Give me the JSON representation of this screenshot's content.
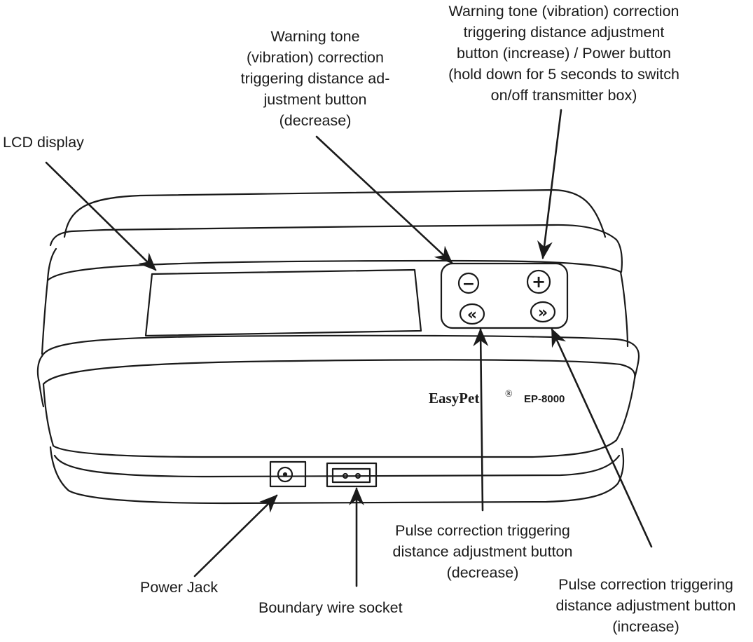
{
  "labels": {
    "lcd_display": "LCD display",
    "tone_decrease": [
      "Warning tone",
      "(vibration) correction",
      "triggering distance ad-",
      "justment button",
      "(decrease)"
    ],
    "tone_increase_power": [
      "Warning tone (vibration) correction",
      "triggering distance adjustment",
      "button (increase) / Power button",
      "(hold down for 5 seconds to switch",
      "on/off transmitter box)"
    ],
    "pulse_decrease": [
      "Pulse correction triggering",
      "distance adjustment button",
      "(decrease)"
    ],
    "pulse_increase": [
      "Pulse correction triggering",
      "distance adjustment button",
      "(increase)"
    ],
    "power_jack": "Power Jack",
    "boundary_wire_socket": "Boundary wire socket"
  },
  "device": {
    "brand": "EasyPet",
    "registered_mark": "®",
    "model": "EP-8000",
    "buttons": [
      {
        "name": "minus",
        "symbol": "−"
      },
      {
        "name": "plus",
        "symbol": "+"
      },
      {
        "name": "rewind",
        "symbol": "«"
      },
      {
        "name": "forward",
        "symbol": "»"
      }
    ]
  },
  "colors": {
    "line": "#1a1a1a",
    "background": "#ffffff"
  }
}
